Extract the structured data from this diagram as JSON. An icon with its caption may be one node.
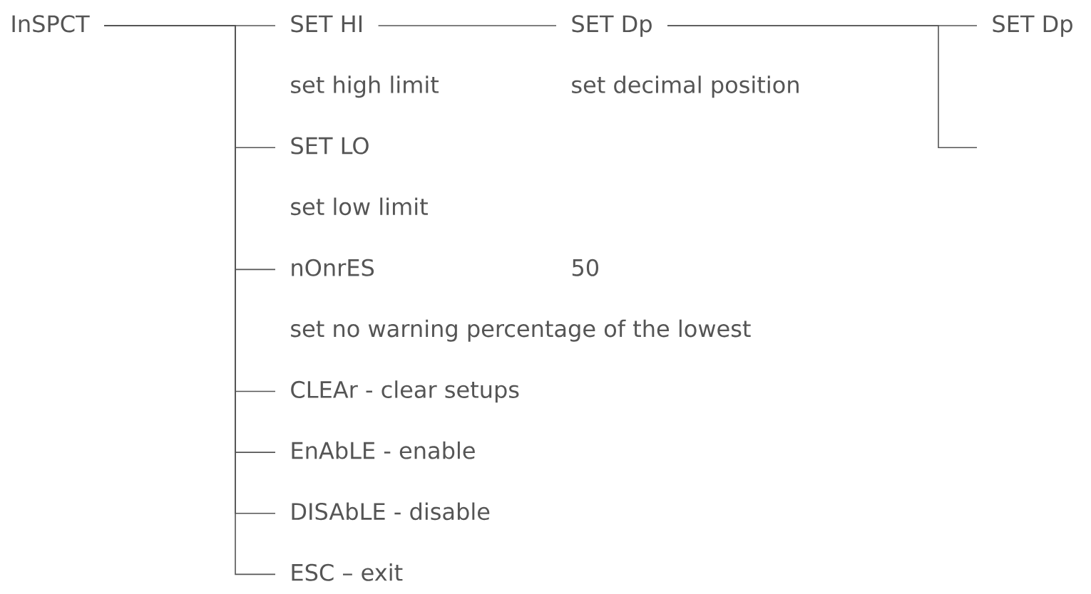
{
  "diagram": {
    "nodes": [
      {
        "text": [
          "InSPCT"
        ]
      },
      {
        "text": [
          "SET HI"
        ],
        "beside": [
          "set high limit"
        ]
      },
      {
        "text": [
          "SET Dp"
        ],
        "beside": [
          "set decimal position"
        ]
      },
      {
        "text": [
          "SET Dp"
        ]
      },
      {
        "text": [
          "SET LO"
        ],
        "beside": [
          "set low limit"
        ]
      },
      {
        "text": [
          "nOnrES"
        ],
        "beside": [
          "50",
          "set no warning percentage of the lowest"
        ]
      },
      {
        "text": [
          "CLEAr - clear setups"
        ]
      },
      {
        "text": [
          "EnAbLE - enable"
        ]
      },
      {
        "text": [
          "DISAbLE - disable"
        ]
      },
      {
        "text": [
          "ESC – exit"
        ]
      }
    ],
    "edges": [
      {
        "from": 0,
        "to": 1,
        "arrow": "none"
      },
      {
        "from": 0,
        "to": 4,
        "arrow": "none"
      },
      {
        "from": 0,
        "to": 5,
        "arrow": "none"
      },
      {
        "from": 0,
        "to": 6,
        "arrow": "none"
      },
      {
        "from": 0,
        "to": 7,
        "arrow": "none"
      },
      {
        "from": 0,
        "to": 8,
        "arrow": "none"
      },
      {
        "from": 0,
        "to": 9,
        "arrow": "none"
      },
      {
        "from": 1,
        "to": 2,
        "arrow": "none"
      },
      {
        "from": 2,
        "to": 3,
        "arrow": "none"
      },
      {
        "from": 2,
        "to": null,
        "arrow": "none"
      }
    ]
  }
}
